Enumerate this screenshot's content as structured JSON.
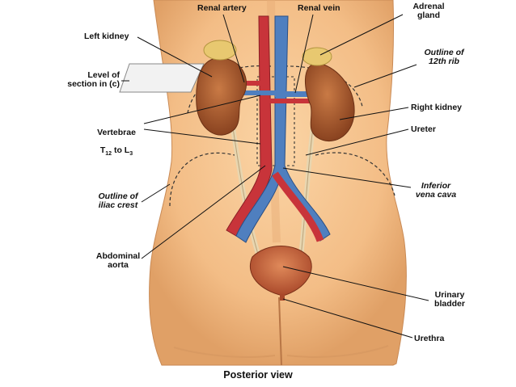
{
  "labels": {
    "renal_artery": "Renal artery",
    "renal_vein": "Renal vein",
    "adrenal_gland": "Adrenal\ngland",
    "left_kidney": "Left kidney",
    "outline_12th_rib": "Outline of\n12th rib",
    "level_of_section": "Level of\nsection in (c)",
    "right_kidney": "Right kidney",
    "vertebrae_prefix": "Vertebrae",
    "vertebrae_t": "T",
    "vertebrae_t_sub": "12",
    "vertebrae_to": " to L",
    "vertebrae_l_sub": "3",
    "ureter": "Ureter",
    "inferior_vena_cava": "Inferior\nvena cava",
    "outline_iliac_crest": "Outline of\niliac crest",
    "abdominal_aorta": "Abdominal\naorta",
    "urinary_bladder": "Urinary\nbladder",
    "urethra": "Urethra"
  },
  "caption": "Posterior view",
  "colors": {
    "skin": "#f6c48f",
    "skin_shadow": "#e3a36a",
    "kidney": "#a85a2c",
    "adrenal": "#e8c870",
    "artery": "#c8343a",
    "vein": "#4f7fbf",
    "ureter": "#e8d6b0",
    "bladder": "#c9653a"
  }
}
